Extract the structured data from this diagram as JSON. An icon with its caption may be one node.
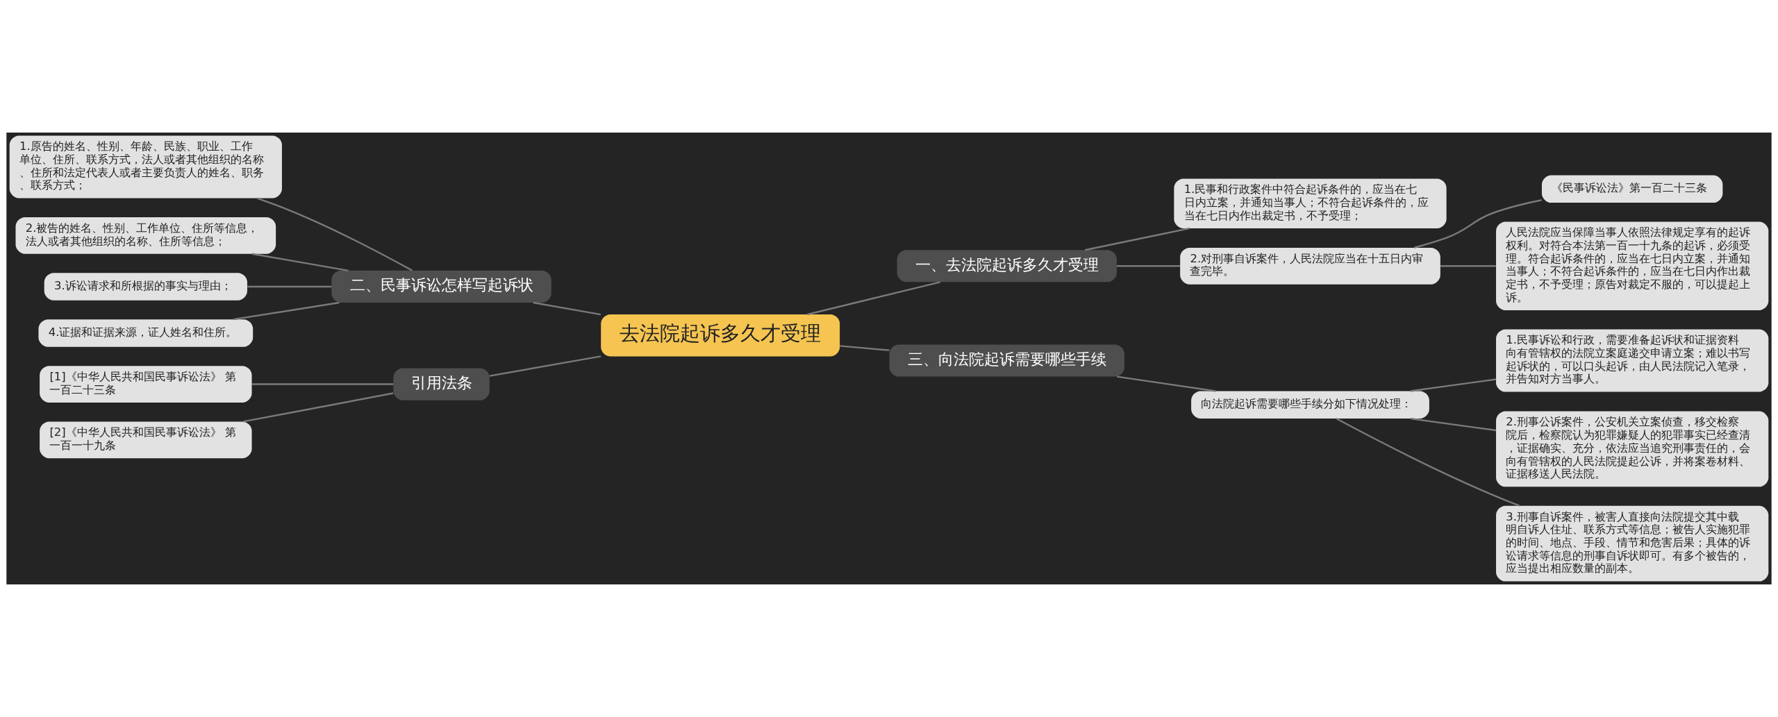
{
  "diagram": {
    "nodes": [
      {
        "text": [
          "去法院起诉多久才受理"
        ]
      },
      {
        "text": [
          "一、去法院起诉多久才受理"
        ]
      },
      {
        "text": [
          "1.民事和行政案件中符合起诉条件的，应当在七日内立案，并通知当事人；不符合起诉条件的，应当在七日内作出裁定书，不予受理；"
        ]
      },
      {
        "text": [
          "2.对刑事自诉案件，人民法院应当在十五日内审查完毕。"
        ]
      },
      {
        "text": [
          "《民事诉讼法》第一百二十三条"
        ]
      },
      {
        "text": [
          "人民法院应当保障当事人依照法律规定享有的起诉权利。对符合本法第一百一十九条的起诉，必须受理。符合起诉条件的，应当在七日内立案，并通知当事人；不符合起诉条件的，应当在七日内作出裁定书，不予受理；原告对裁定不服的，可以提起上诉。"
        ]
      },
      {
        "text": [
          "二、民事诉讼怎样写起诉状"
        ]
      },
      {
        "text": [
          "1.原告的姓名、性别、年龄、民族、职业、工作单位、住所、联系方式，法人或者其他组织的名称、住所和法定代表人或者主要负责人的姓名、职务、联系方式；"
        ]
      },
      {
        "text": [
          "2.被告的姓名、性别、工作单位、住所等信息，法人或者其他组织的名称、住所等信息；"
        ]
      },
      {
        "text": [
          "3.诉讼请求和所根据的事实与理由；"
        ]
      },
      {
        "text": [
          "4.证据和证据来源，证人姓名和住所。"
        ]
      },
      {
        "text": [
          "引用法条"
        ]
      },
      {
        "text": [
          "[1]《中华人民共和国民事诉讼法》 第一百二十三条"
        ]
      },
      {
        "text": [
          "[2]《中华人民共和国民事诉讼法》 第一百一十九条"
        ]
      },
      {
        "text": [
          "三、向法院起诉需要哪些手续"
        ]
      },
      {
        "text": [
          "向法院起诉需要哪些手续分如下情况处理："
        ]
      },
      {
        "text": [
          "1.民事诉讼和行政，需要准备起诉状和证据资料向有管辖权的法院立案庭递交申请立案；难以书写起诉状的，可以口头起诉，由人民法院记入笔录，并告知对方当事人。"
        ]
      },
      {
        "text": [
          "2.刑事公诉案件，公安机关立案侦查，移交检察院后，检察院认为犯罪嫌疑人的犯罪事实已经查清，证据确实、充分，依法应当追究刑事责任的，会向有管辖权的人民法院提起公诉，并将案卷材料、证据移送人民法院。"
        ]
      },
      {
        "text": [
          "3.刑事自诉案件，被害人直接向法院提交其中载明自诉人住址、联系方式等信息；被告人实施犯罪的时间、地点、手段、情节和危害后果；具体的诉讼请求等信息的刑事自诉状即可。有多个被告的，应当提出相应数量的副本。"
        ]
      }
    ],
    "edges": [
      {
        "from": 0,
        "to": 1,
        "arrow": "none"
      },
      {
        "from": 1,
        "to": 2,
        "arrow": "none"
      },
      {
        "from": 1,
        "to": 3,
        "arrow": "none"
      },
      {
        "from": 3,
        "to": 4,
        "arrow": "none"
      },
      {
        "from": 3,
        "to": 5,
        "arrow": "none"
      },
      {
        "from": 0,
        "to": 6,
        "arrow": "none"
      },
      {
        "from": 6,
        "to": 7,
        "arrow": "none"
      },
      {
        "from": 6,
        "to": 8,
        "arrow": "none"
      },
      {
        "from": 6,
        "to": 9,
        "arrow": "none"
      },
      {
        "from": 6,
        "to": 10,
        "arrow": "none"
      },
      {
        "from": 0,
        "to": 11,
        "arrow": "none"
      },
      {
        "from": 11,
        "to": 12,
        "arrow": "none"
      },
      {
        "from": 11,
        "to": 13,
        "arrow": "none"
      },
      {
        "from": 0,
        "to": 14,
        "arrow": "none"
      },
      {
        "from": 14,
        "to": 15,
        "arrow": "none"
      },
      {
        "from": 15,
        "to": 16,
        "arrow": "none"
      },
      {
        "from": 15,
        "to": 17,
        "arrow": "none"
      },
      {
        "from": 15,
        "to": 18,
        "arrow": "none"
      }
    ]
  }
}
